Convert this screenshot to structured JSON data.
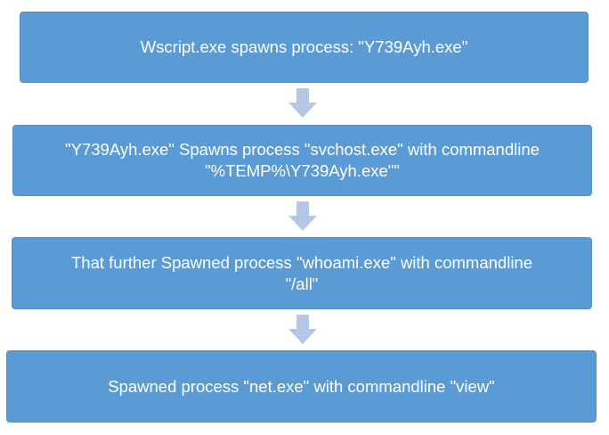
{
  "diagram": {
    "type": "flowchart",
    "steps": [
      {
        "lines": [
          "Wscript.exe spawns process: \"Y739Ayh.exe\""
        ]
      },
      {
        "lines": [
          "\"Y739Ayh.exe\" Spawns process \"svchost.exe\" with commandline",
          "\"%TEMP%\\Y739Ayh.exe\"\""
        ]
      },
      {
        "lines": [
          "That further Spawned process \"whoami.exe\" with commandline",
          "\"/all\""
        ]
      },
      {
        "lines": [
          "Spawned process \"net.exe\" with commandline \"view\""
        ]
      }
    ],
    "colors": {
      "box_fill": "#5b9bd5",
      "box_text": "#ffffff",
      "arrow_fill": "#b4c7e7"
    },
    "connectors": [
      "down-arrow",
      "down-arrow",
      "down-arrow"
    ]
  }
}
